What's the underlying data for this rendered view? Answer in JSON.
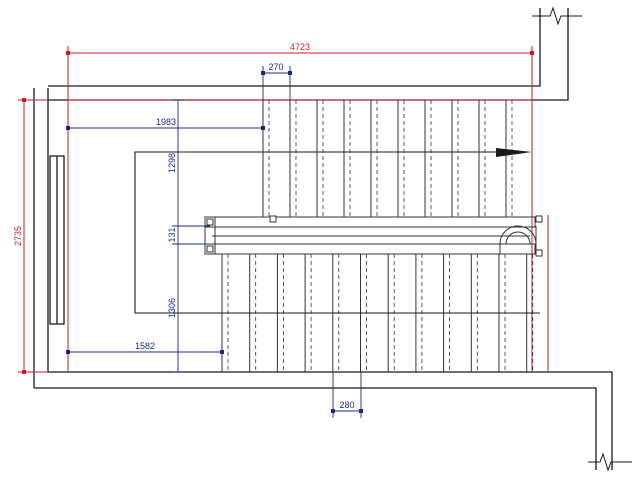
{
  "colors": {
    "wall": "#1a1a1a",
    "outline": "#c0202a",
    "dimension": "#1a2a80",
    "tread": "#333333",
    "background": "#ffffff"
  },
  "dimensions": {
    "total_length": "4723",
    "tread_top": "270",
    "upper_offset": "1983",
    "upper_flight_width": "1298",
    "landing_gap": "131",
    "lower_flight_width": "1306",
    "lower_offset": "1582",
    "tread_bottom": "280",
    "total_width": "2735"
  },
  "stairs": {
    "upper_tread_count": 10,
    "lower_tread_count": 12
  }
}
